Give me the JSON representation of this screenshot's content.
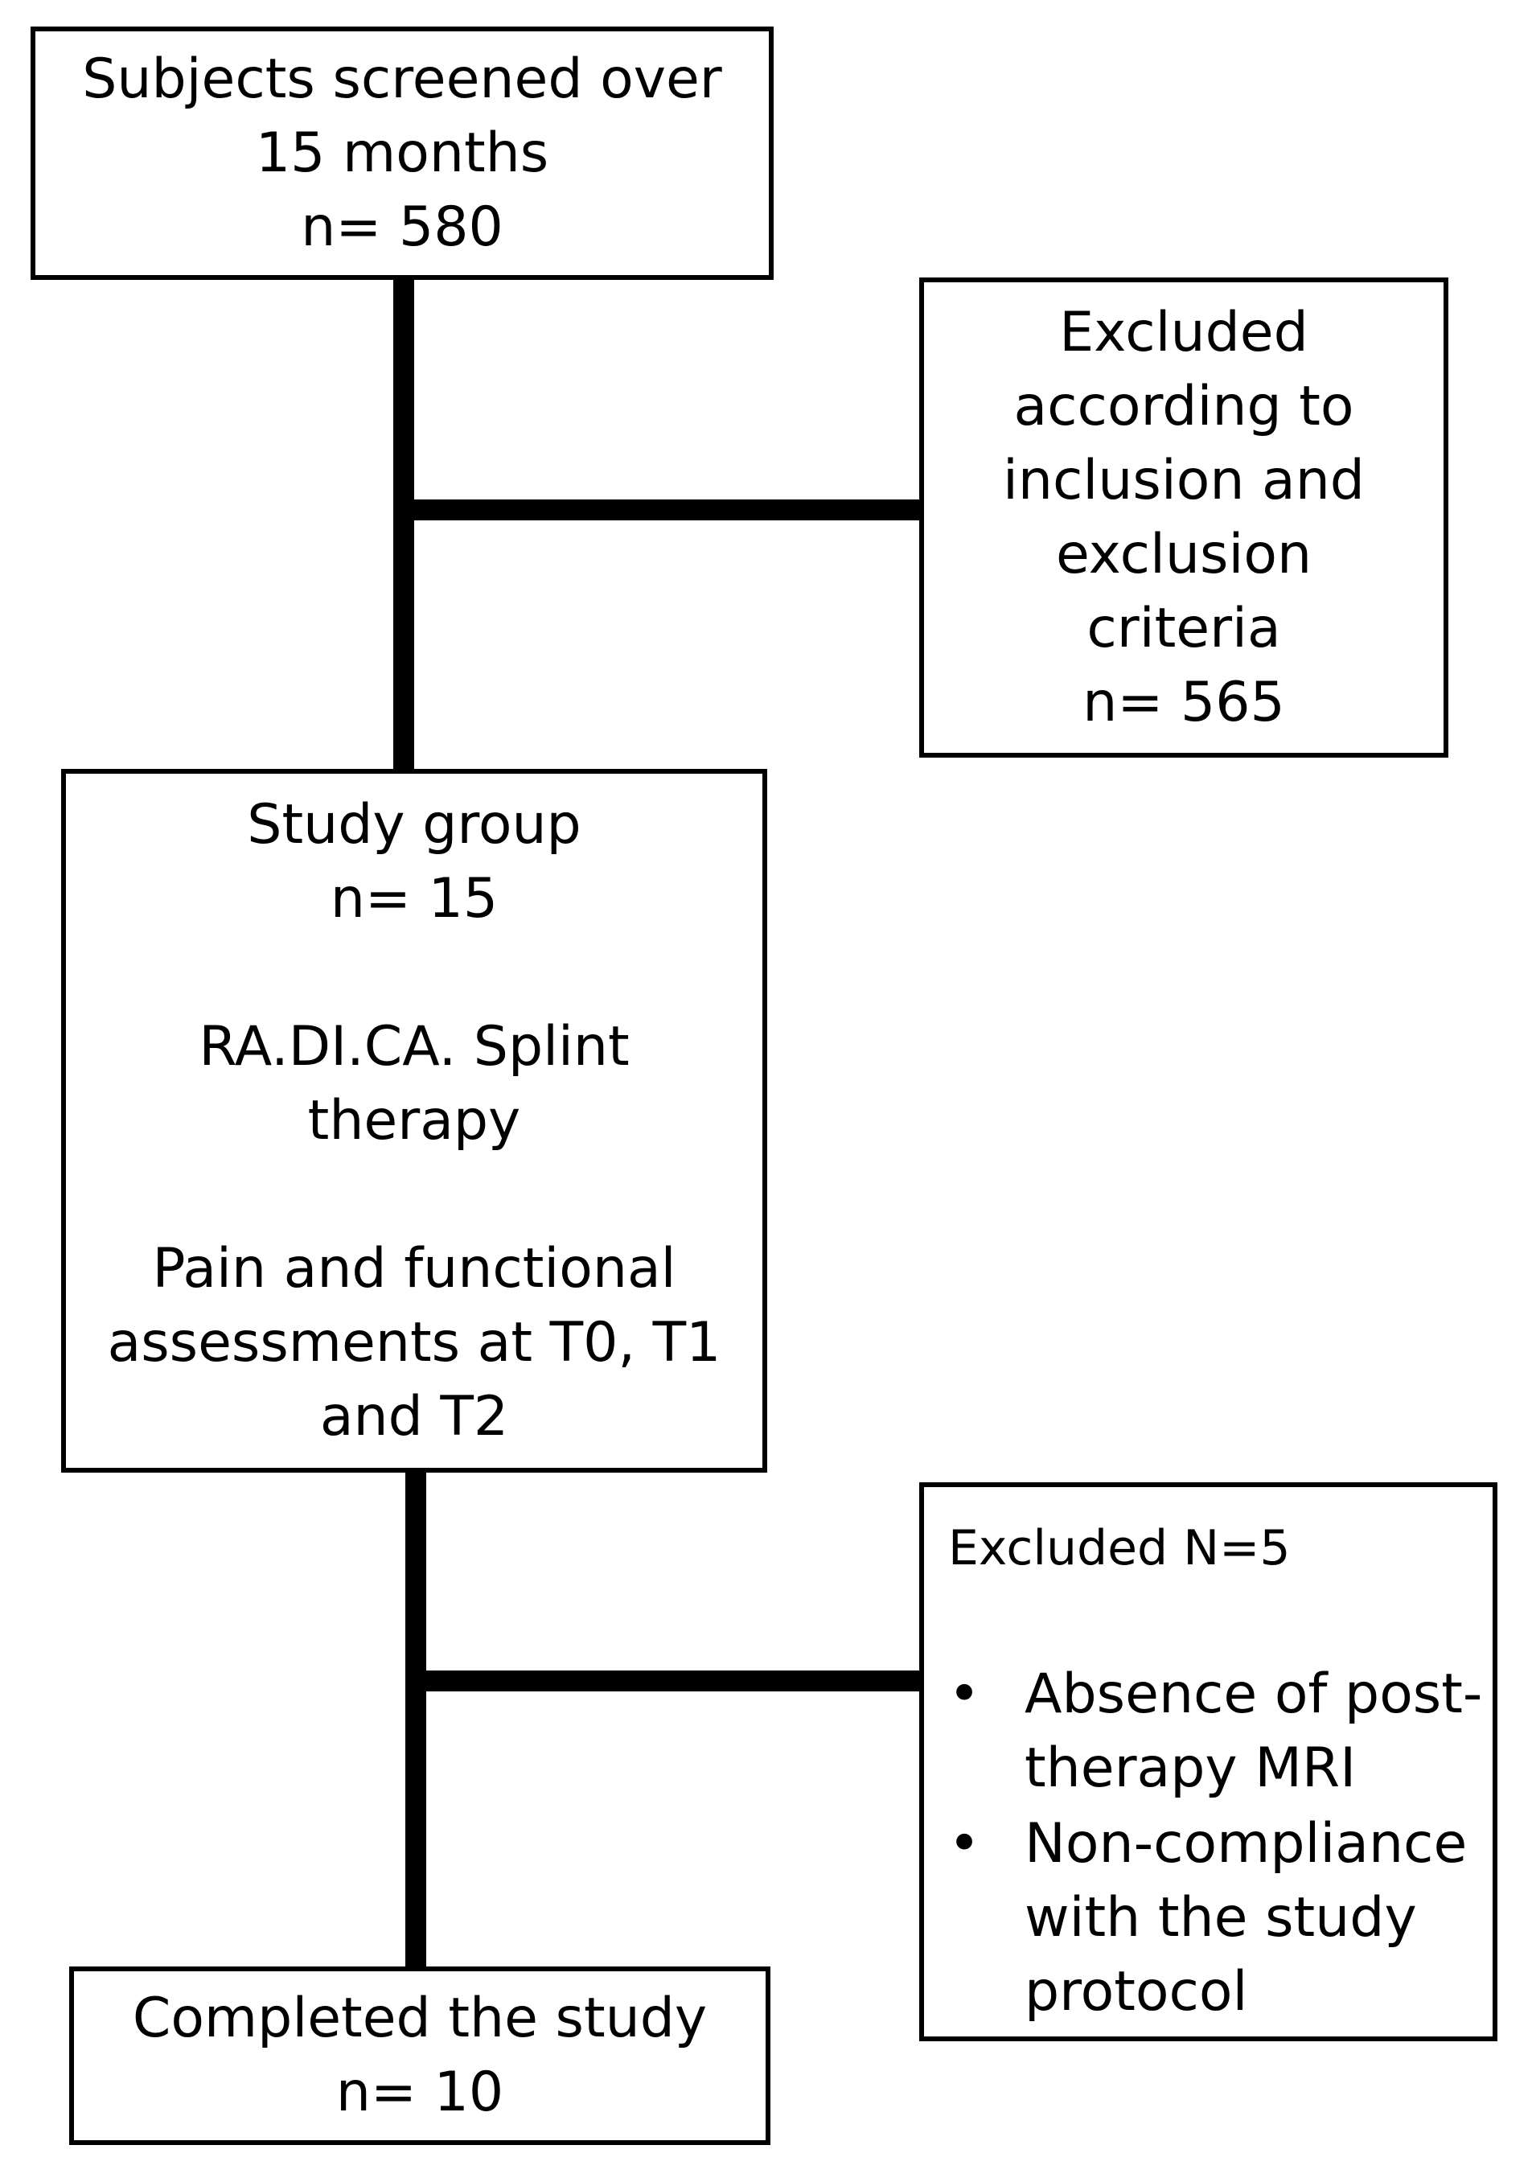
{
  "screened": {
    "lines": [
      "Subjects screened over",
      "15 months",
      "n= 580"
    ]
  },
  "excluded_criteria": {
    "lines": [
      "Excluded",
      "according to",
      "inclusion and",
      "exclusion",
      "criteria",
      "n= 565"
    ]
  },
  "study_group": {
    "header": [
      "Study group",
      "n= 15"
    ],
    "therapy": [
      "RA.DI.CA. Splint",
      "therapy"
    ],
    "assessments": [
      "Pain and functional",
      "assessments at T0, T1",
      "and T2"
    ]
  },
  "excluded_followup": {
    "title": "Excluded N=5",
    "bullets": [
      {
        "symbol": "•",
        "lines": [
          "Absence of post-",
          "therapy MRI"
        ]
      },
      {
        "symbol": "•",
        "lines": [
          "Non-compliance",
          "with the study",
          "protocol"
        ]
      }
    ]
  },
  "completed": {
    "lines": [
      "Completed the study",
      "n= 10"
    ]
  }
}
